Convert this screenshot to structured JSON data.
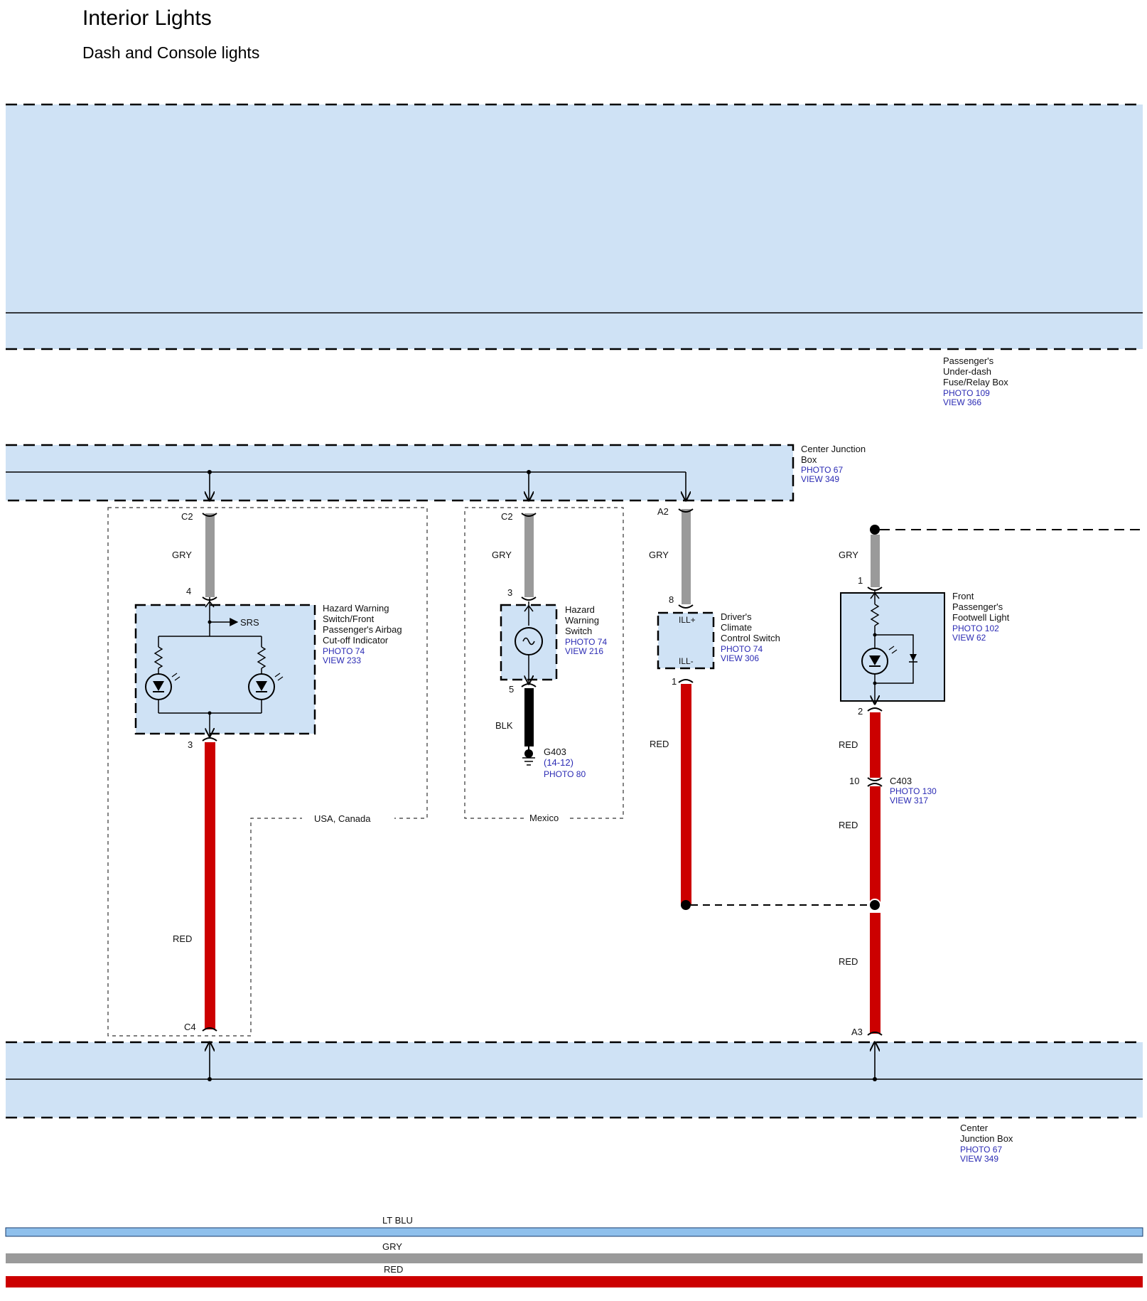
{
  "title": "Interior Lights",
  "subtitle": "Dash and Console lights",
  "colors": {
    "box_fill": "#cfe2f5",
    "wire_gry": "#9a9a9a",
    "wire_red": "#cc0000",
    "wire_blk": "#000000",
    "wire_ltblu": "#8fc0ec",
    "link": "#2b2bb4"
  },
  "components": {
    "fuse_box": {
      "name": [
        "Passenger's",
        "Under-dash",
        "Fuse/Relay Box"
      ],
      "photo": "PHOTO 109",
      "view": "VIEW 366"
    },
    "cjb_top": {
      "name": [
        "Center Junction",
        "Box"
      ],
      "photo": "PHOTO 67",
      "view": "VIEW 349"
    },
    "cjb_bottom": {
      "name": [
        "Center",
        "Junction Box"
      ],
      "photo": "PHOTO 67",
      "view": "VIEW 349"
    },
    "hazard_indicator": {
      "name": [
        "Hazard Warning",
        "Switch/Front",
        "Passenger's Airbag",
        "Cut-off Indicator"
      ],
      "photo": "PHOTO 74",
      "view": "VIEW 233",
      "srs": "SRS"
    },
    "hazard_switch": {
      "name": [
        "Hazard",
        "Warning",
        "Switch"
      ],
      "photo": "PHOTO 74",
      "view": "VIEW 216"
    },
    "climate_switch": {
      "name": [
        "Driver's",
        "Climate",
        "Control Switch"
      ],
      "photo": "PHOTO 74",
      "view": "VIEW 306",
      "ill_plus": "ILL+",
      "ill_minus": "ILL-"
    },
    "footwell_light": {
      "name": [
        "Front",
        "Passenger's",
        "Footwell Light"
      ],
      "photo": "PHOTO 102",
      "view": "VIEW 62"
    },
    "ground": {
      "id": "G403",
      "loc": "(14-12)",
      "photo": "PHOTO 80"
    },
    "connector_c403": {
      "id": "C403",
      "photo": "PHOTO 130",
      "view": "VIEW 317"
    }
  },
  "regions": {
    "usa": "USA, Canada",
    "mexico": "Mexico"
  },
  "pins": {
    "c2a": "C2",
    "p4": "4",
    "p3a": "3",
    "c4": "C4",
    "c2b": "C2",
    "p3b": "3",
    "p5": "5",
    "a2": "A2",
    "p8": "8",
    "p1a": "1",
    "p1b": "1",
    "p2": "2",
    "p10": "10",
    "a3": "A3"
  },
  "wires": {
    "gry1": "GRY",
    "red1": "RED",
    "gry2": "GRY",
    "blk": "BLK",
    "gry3": "GRY",
    "red3": "RED",
    "gry4": "GRY",
    "red4a": "RED",
    "red4b": "RED",
    "red4c": "RED"
  },
  "legend": [
    {
      "label": "LT BLU",
      "color": "#8fc0ec"
    },
    {
      "label": "GRY",
      "color": "#9a9a9a"
    },
    {
      "label": "RED",
      "color": "#cc0000"
    }
  ]
}
